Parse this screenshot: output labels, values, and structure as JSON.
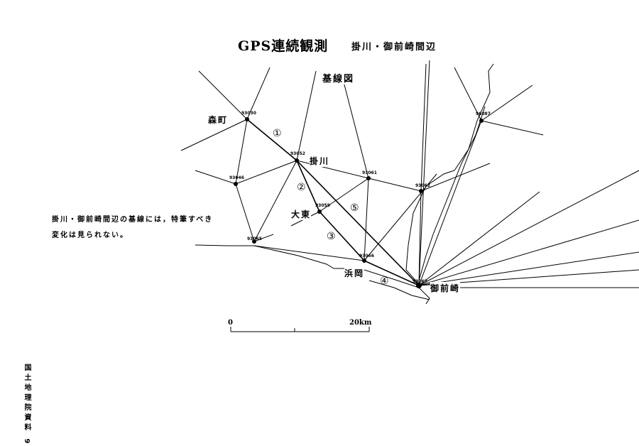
{
  "title": "GPS連続観測",
  "subtitle": "掛川・御前崎間辺",
  "map_title": "基線図",
  "note_lines": [
    "掛川・御前崎間辺の基線には，特筆すべき",
    "変化は見られない。"
  ],
  "side_label": "国土地理院資料",
  "page_number": "9",
  "places": {
    "morimachi": "森町",
    "kakegawa": "掛川",
    "daito": "大東",
    "hamaoka": "浜岡",
    "omaezaki": "御前崎"
  },
  "stations": {
    "s_morimachi": "93030",
    "s_kakegawa": "93052",
    "s_west": "93046",
    "s_mid": "93061",
    "s_east": "93062",
    "s_daito": "93059",
    "s_coast": "93065",
    "s_hamaoka": "93066",
    "s_omaezaki": "93067",
    "s_ne": "96087"
  },
  "baselines": [
    "①",
    "②",
    "③",
    "④",
    "⑤"
  ],
  "scale": {
    "start": "0",
    "end": "20km"
  }
}
